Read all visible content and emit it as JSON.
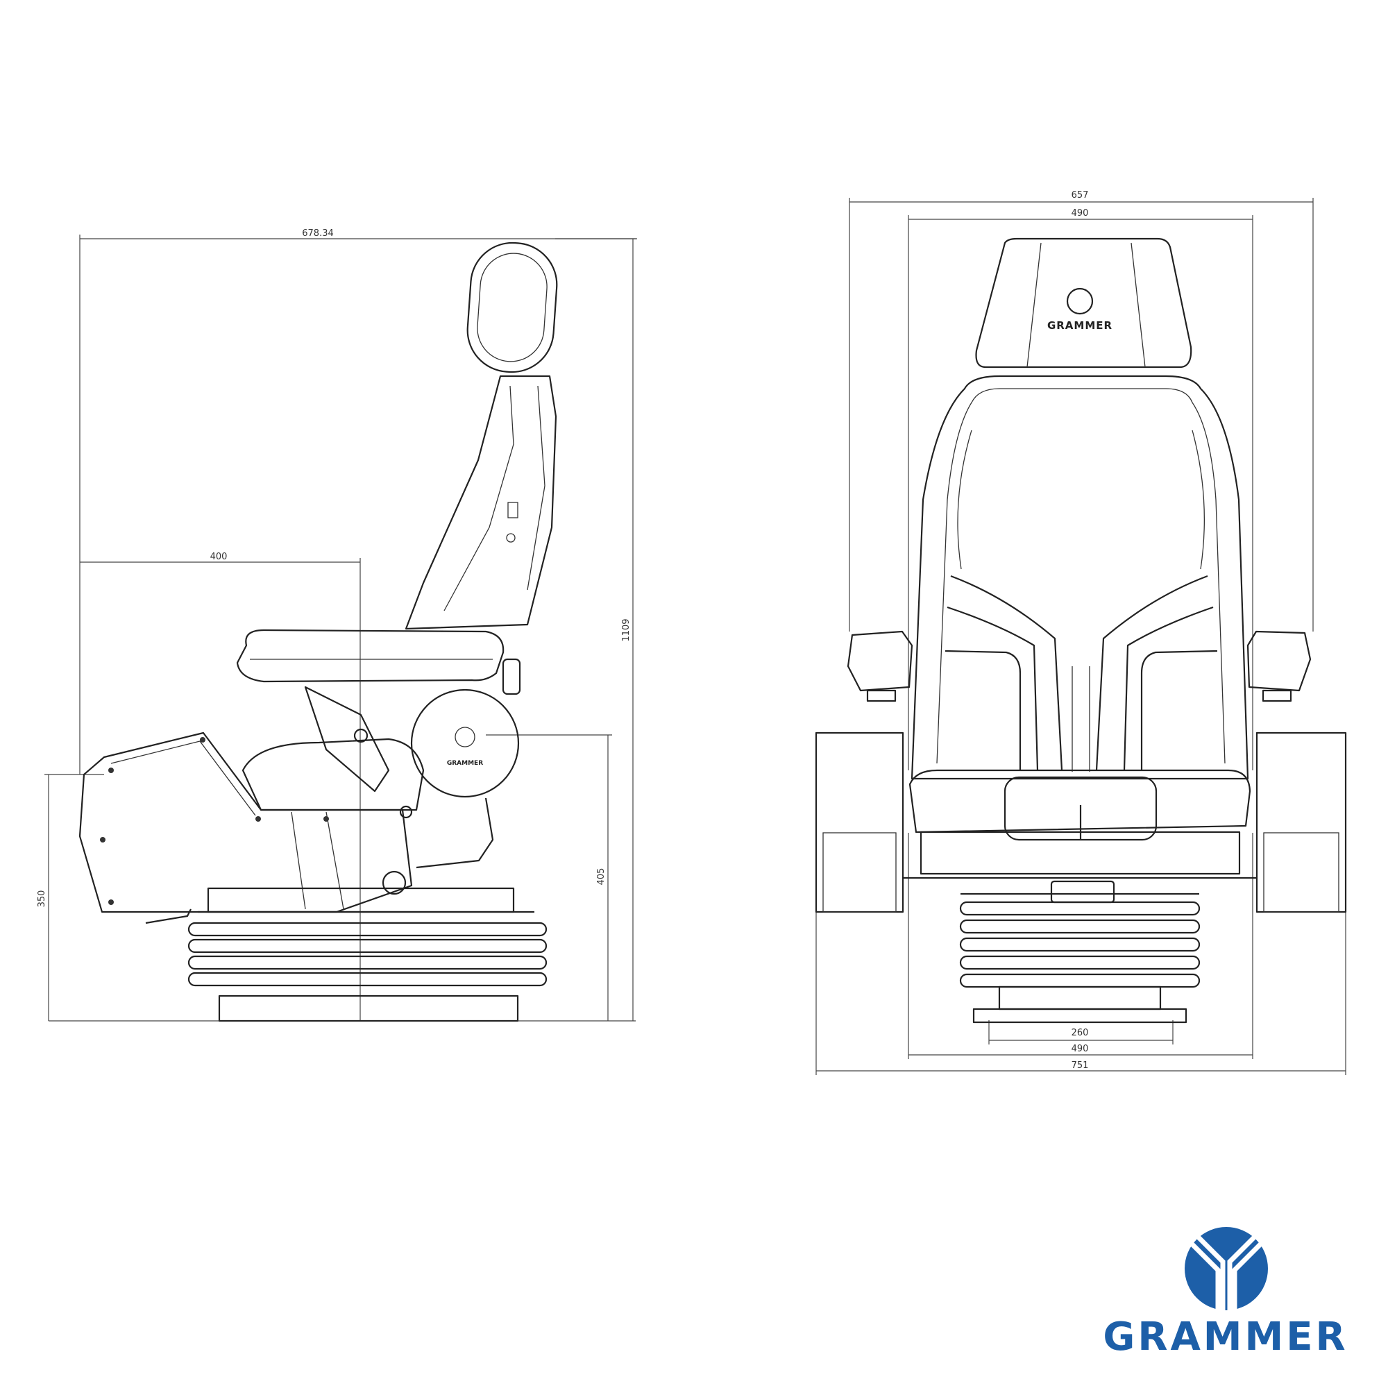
{
  "side_view": {
    "dimensions": {
      "overall_depth": "678.34",
      "overall_height": "1109",
      "seat_depth": "400",
      "console_height": "350",
      "seat_height": "405"
    },
    "suspension_label": "GRAMMER"
  },
  "front_view": {
    "dimensions": {
      "armrest_width": "657",
      "backrest_width": "490",
      "base_width": "260",
      "seat_width": "490",
      "overall_width": "751"
    },
    "headrest_label": "GRAMMER"
  },
  "brand": {
    "name": "GRAMMER",
    "color": "#1d5fa8"
  }
}
